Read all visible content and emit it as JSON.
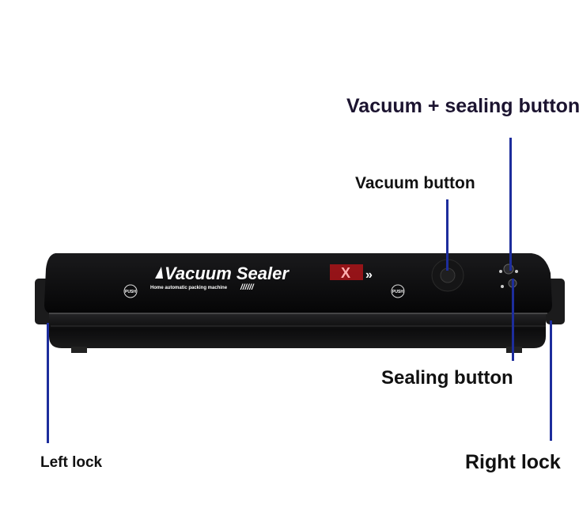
{
  "product": {
    "brand_text": "Vacuum Sealer",
    "brand_badge": "X",
    "tagline": "Home automatic packing machine",
    "push_label": "PUSH"
  },
  "labels": {
    "vacuum_sealing": "Vacuum + sealing button",
    "vacuum": "Vacuum button",
    "sealing": "Sealing button",
    "left_lock": "Left lock",
    "right_lock": "Right lock"
  },
  "colors": {
    "pointer_line": "#1d2d9c",
    "device_body": "#0b0b0c",
    "badge": "#c0141a"
  }
}
